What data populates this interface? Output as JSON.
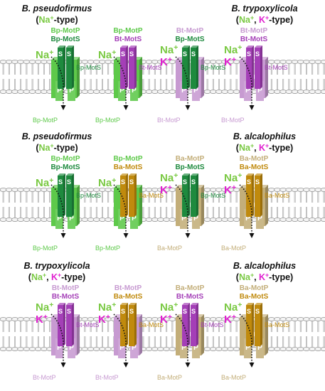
{
  "colors": {
    "bp_dark": "#1e8a3e",
    "bp_light": "#5ec94a",
    "bt_dark": "#a43fb7",
    "bt_light": "#c79ad1",
    "ba_dark": "#c08a0d",
    "ba_light": "#c3ae79",
    "sodium": "#7ac943",
    "potassium": "#e020d0",
    "membrane": "#9a9a9a"
  },
  "text": {
    "na": "Na",
    "k": "K",
    "plus": "+",
    "s": "S",
    "p": "P",
    "dash": "-",
    "open": "(",
    "close": ")",
    "comma": ", ",
    "type_suffix": "-type)"
  },
  "rows": [
    {
      "left_species": "B. pseudofirmus",
      "left_type": "na",
      "right_species": "B. trypoxylicola",
      "right_type": "nak",
      "motors": [
        {
          "motp": "Bp-MotP",
          "mots": "Bp-MotS",
          "p_color": "bp",
          "s_color": "bp",
          "ions": "na",
          "side_s": "Bp-MotS",
          "side_p": "Bp-MotP"
        },
        {
          "motp": "Bp-MotP",
          "mots": "Bt-MotS",
          "p_color": "bp",
          "s_color": "bt",
          "ions": "na",
          "side_s": "Bt-MotS",
          "side_p": "Bp-MotP"
        },
        {
          "motp": "Bt-MotP",
          "mots": "Bp-MotS",
          "p_color": "bt",
          "s_color": "bp",
          "ions": "nak",
          "side_s": "Bp-MotS",
          "side_p": "Bt-MotP"
        },
        {
          "motp": "Bt-MotP",
          "mots": "Bt-MotS",
          "p_color": "bt",
          "s_color": "bt",
          "ions": "nak",
          "side_s": "Bt-MotS",
          "side_p": "Bt-MotP"
        }
      ]
    },
    {
      "left_species": "B. pseudofirmus",
      "left_type": "na",
      "right_species": "B. alcalophilus",
      "right_type": "nak",
      "motors": [
        {
          "motp": "Bp-MotP",
          "mots": "Bp-MotS",
          "p_color": "bp",
          "s_color": "bp",
          "ions": "na",
          "side_s": "Bp-MotS",
          "side_p": "Bp-MotP"
        },
        {
          "motp": "Bp-MotP",
          "mots": "Ba-MotS",
          "p_color": "bp",
          "s_color": "ba",
          "ions": "na",
          "side_s": "Ba-MotS",
          "side_p": "Bp-MotP"
        },
        {
          "motp": "Ba-MotP",
          "mots": "Bp-MotS",
          "p_color": "ba",
          "s_color": "bp",
          "ions": "nak",
          "side_s": "Bp-MotS",
          "side_p": "Ba-MotP"
        },
        {
          "motp": "Ba-MotP",
          "mots": "Ba-MotS",
          "p_color": "ba",
          "s_color": "ba",
          "ions": "nak",
          "side_s": "Ba-MotS",
          "side_p": "Ba-MotP"
        }
      ]
    },
    {
      "left_species": "B. trypoxylicola",
      "left_type": "nak",
      "right_species": "B. alcalophilus",
      "right_type": "nak",
      "motors": [
        {
          "motp": "Bt-MotP",
          "mots": "Bt-MotS",
          "p_color": "bt",
          "s_color": "bt",
          "ions": "nak",
          "side_s": "Bt-MotS",
          "side_p": "Bt-MotP"
        },
        {
          "motp": "Bt-MotP",
          "mots": "Ba-MotS",
          "p_color": "bt",
          "s_color": "ba",
          "ions": "nak",
          "side_s": "Ba-MotS",
          "side_p": "Bt-MotP"
        },
        {
          "motp": "Ba-MotP",
          "mots": "Bt-MotS",
          "p_color": "ba",
          "s_color": "bt",
          "ions": "nak",
          "side_s": "Bt-MotS",
          "side_p": "Ba-MotP"
        },
        {
          "motp": "Ba-MotP",
          "mots": "Ba-MotS",
          "p_color": "ba",
          "s_color": "ba",
          "ions": "nak",
          "side_s": "Ba-MotS",
          "side_p": "Ba-MotP"
        }
      ]
    }
  ]
}
